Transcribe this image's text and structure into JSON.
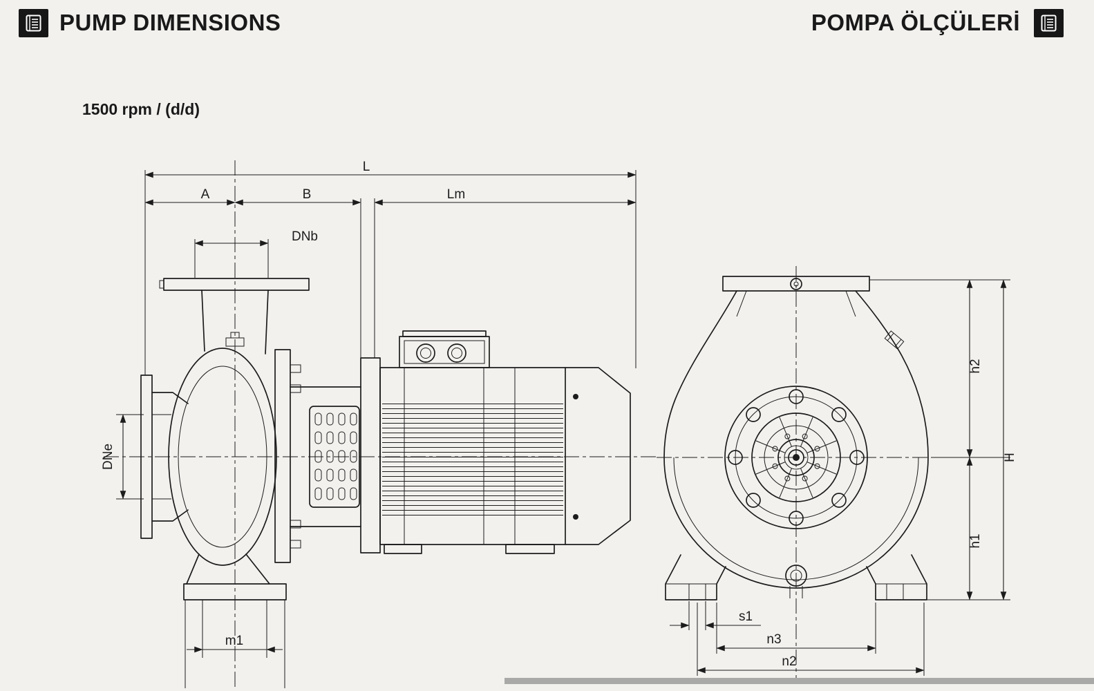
{
  "colors": {
    "background": "#f2f1ee",
    "line": "#1c1c1c",
    "ground_bar": "#a9a9a7",
    "icon_bg": "#171717"
  },
  "header": {
    "title_en": "PUMP DIMENSIONS",
    "title_tr": "POMPA ÖLÇÜLERİ",
    "left_icon": "catalog-page-icon",
    "right_icon": "catalog-page-icon"
  },
  "subtitle": "1500 rpm / (d/d)",
  "side_view": {
    "description": "pump and motor side elevation",
    "labels": {
      "L": "L",
      "A": "A",
      "B": "B",
      "Lm": "Lm",
      "DNb": "DNb",
      "DNe": "DNe",
      "m1": "m1"
    }
  },
  "front_view": {
    "description": "pump suction-end elevation",
    "labels": {
      "h2": "h2",
      "h1": "h1",
      "H": "H",
      "s1": "s1",
      "n3": "n3",
      "n2": "n2"
    }
  }
}
